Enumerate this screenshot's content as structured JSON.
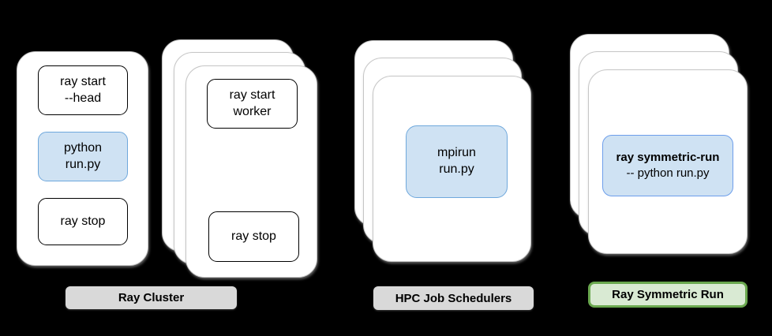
{
  "background": "#000000",
  "ray_cluster": {
    "label": "Ray Cluster",
    "head_card": {
      "ray_start_head": "ray start\n--head",
      "python_run": "python\nrun.py",
      "ray_stop": "ray stop"
    },
    "worker_card": {
      "ray_start_worker": "ray start\nworker",
      "ray_stop": "ray stop"
    }
  },
  "hpc": {
    "label": "HPC Job Schedulers",
    "mpirun": "mpirun\nrun.py"
  },
  "symmetric_run": {
    "label": "Ray Symmetric Run",
    "command_bold": "ray symmetric-run",
    "command_rest": "-- python run.py"
  },
  "colors": {
    "card_fill": "#ffffff",
    "card_border": "#c6c6c6",
    "highlight_fill": "#cfe2f3",
    "highlight_border": "#6fa8dc",
    "plain_box_border": "#000000",
    "gray_badge_fill": "#d9d9d9",
    "green_badge_fill": "#d9ead3",
    "green_badge_border": "#6aa84f",
    "text": "#000000"
  }
}
